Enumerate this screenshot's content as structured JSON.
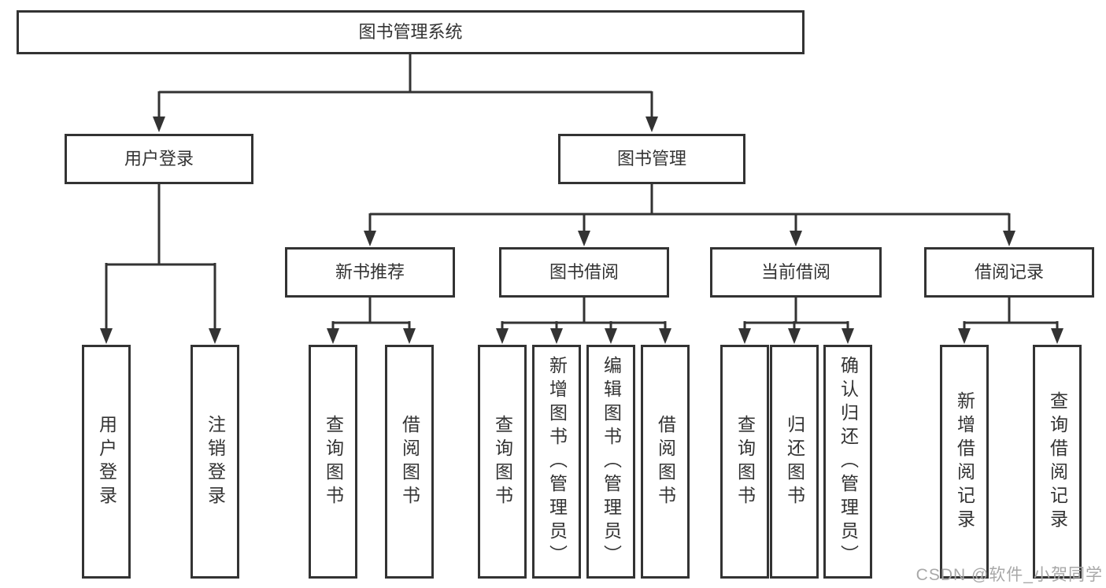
{
  "diagram": {
    "root": {
      "label": "图书管理系统",
      "children": [
        {
          "label": "用户登录",
          "children": [
            {
              "label": "用户登录"
            },
            {
              "label": "注销登录"
            }
          ]
        },
        {
          "label": "图书管理",
          "children": [
            {
              "label": "新书推荐",
              "children": [
                {
                  "label": "查询图书"
                },
                {
                  "label": "借阅图书"
                }
              ]
            },
            {
              "label": "图书借阅",
              "children": [
                {
                  "label": "查询图书"
                },
                {
                  "label": "新增图书（管理员）"
                },
                {
                  "label": "编辑图书（管理员）"
                },
                {
                  "label": "借阅图书"
                }
              ]
            },
            {
              "label": "当前借阅",
              "children": [
                {
                  "label": "查询图书"
                },
                {
                  "label": "归还图书"
                },
                {
                  "label": "确认归还（管理员）"
                }
              ]
            },
            {
              "label": "借阅记录",
              "children": [
                {
                  "label": "新增借阅记录"
                },
                {
                  "label": "查询借阅记录"
                }
              ]
            }
          ]
        }
      ]
    }
  },
  "watermark": {
    "text": "CSDN @软件_小贺同学"
  },
  "colors": {
    "line": "#333333",
    "text": "#333333",
    "node_background": "#ffffff",
    "watermark": "#a8a8a8",
    "background": "#ffffff"
  }
}
